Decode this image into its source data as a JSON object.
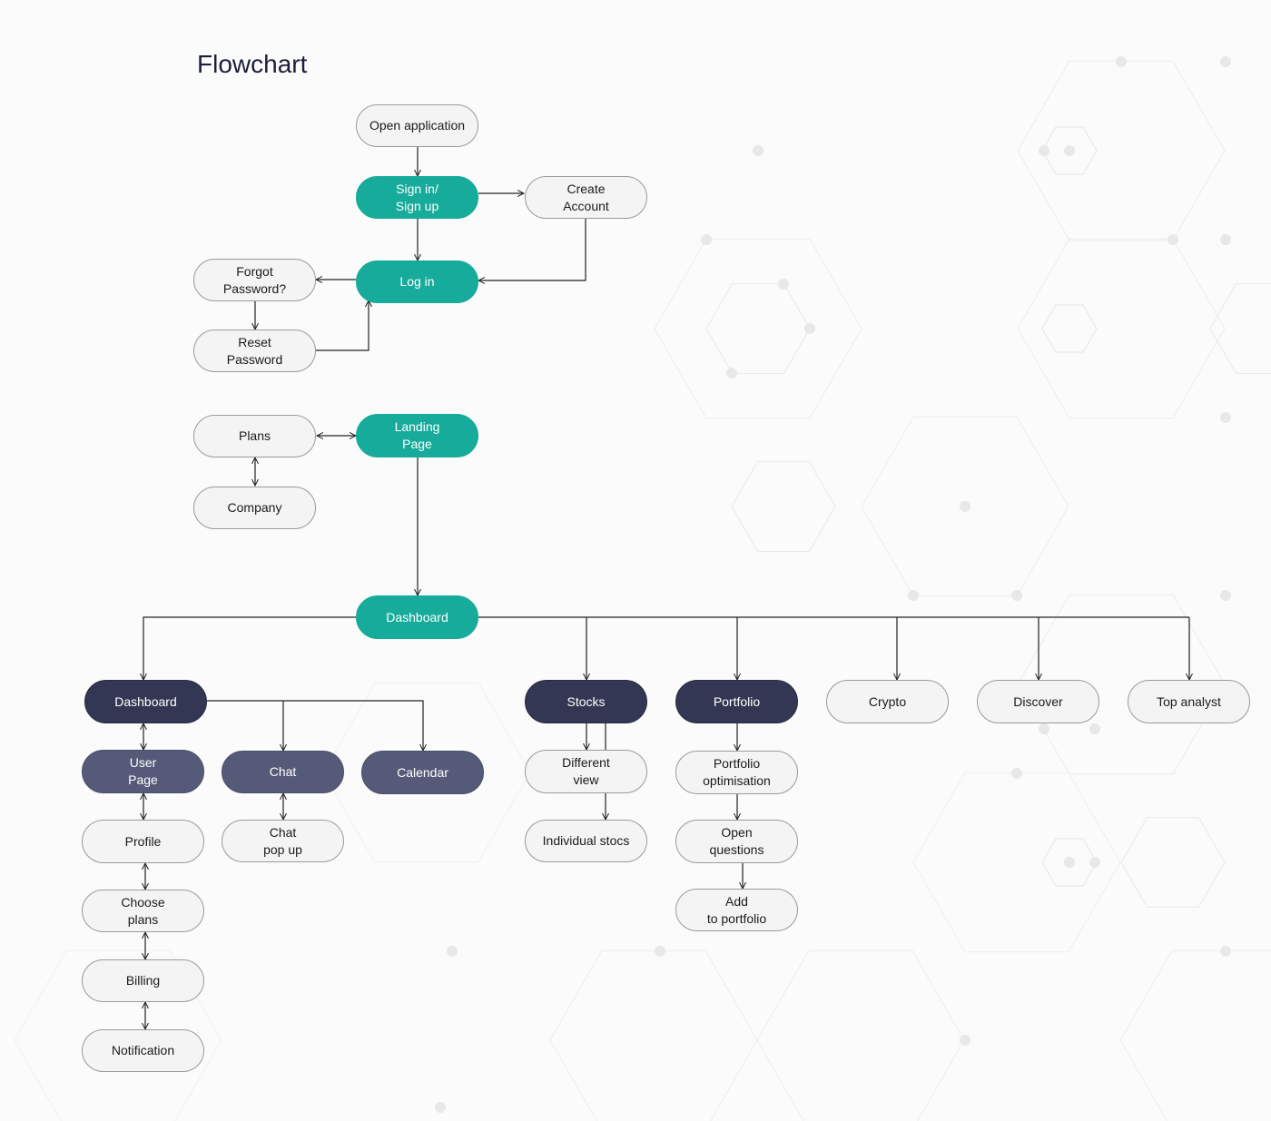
{
  "title": "Flowchart",
  "nodes": {
    "open_application": "Open application",
    "sign_in": "Sign in/\nSign up",
    "create_account": "Create\nAccount",
    "log_in": "Log in",
    "forgot_password": "Forgot\nPassword?",
    "reset_password": "Reset\nPassword",
    "plans": "Plans",
    "landing_page": "Landing\nPage",
    "company": "Company",
    "dashboard_main": "Dashboard",
    "dashboard_sub": "Dashboard",
    "user_page": "User\nPage",
    "chat": "Chat",
    "calendar": "Calendar",
    "chat_popup": "Chat\npop up",
    "profile": "Profile",
    "choose_plans": "Choose\nplans",
    "billing": "Billing",
    "notification": "Notification",
    "stocks": "Stocks",
    "different_view": "Different\nview",
    "individual_stocs": "Individual stocs",
    "portfolio": "Portfolio",
    "portfolio_optimisation": "Portfolio\noptimisation",
    "open_questions": "Open\nquestions",
    "add_to_portfolio": "Add\nto portfolio",
    "crypto": "Crypto",
    "discover": "Discover",
    "top_analyst": "Top analyst"
  },
  "colors": {
    "teal": "#17ab9b",
    "navy": "#343753",
    "slate": "#555a78",
    "light": "#f4f4f4",
    "title": "#1b1f3a"
  }
}
